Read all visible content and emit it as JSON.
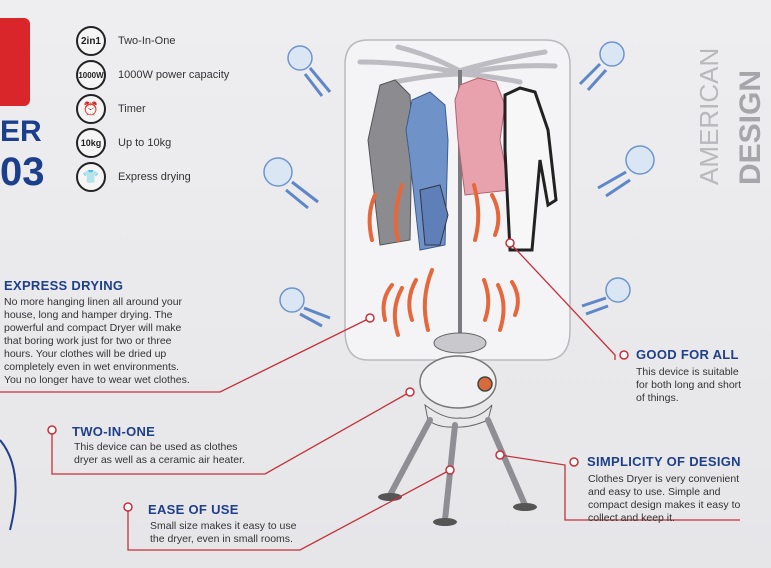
{
  "brand": {
    "letters_top": "ER",
    "letters_bottom": "03"
  },
  "features": [
    {
      "icon_text": "2in1",
      "icon": "two-in-one-icon",
      "label": "Two-In-One"
    },
    {
      "icon_text": "1000W",
      "icon": "power-icon",
      "label": "1000W power capacity"
    },
    {
      "icon_text": "⏰",
      "icon": "timer-icon",
      "label": "Timer"
    },
    {
      "icon_text": "10kg",
      "icon": "weight-icon",
      "label": "Up to 10kg"
    },
    {
      "icon_text": "👕",
      "icon": "shirt-icon",
      "label": "Express drying"
    }
  ],
  "side_text": {
    "line1": "AMERICAN",
    "line2": "DESIGN"
  },
  "sections": {
    "express": {
      "title": "EXPRESS DRYING",
      "body": [
        "No more hanging linen all around your",
        "house, long and hamper drying. The",
        "powerful and compact Dryer will make",
        "that boring work just for two or three",
        "hours. Your clothes will be dried up",
        "completely even in wet environments.",
        "You no longer have to wear wet clothes."
      ]
    },
    "twoinone": {
      "title": "TWO-IN-ONE",
      "body": [
        "This device can be used as clothes",
        "dryer as well as a ceramic air heater."
      ]
    },
    "ease": {
      "title": "EASE OF USE",
      "body": [
        "Small size makes it easy to use",
        "the dryer, even in small rooms."
      ]
    },
    "goodforall": {
      "title": "GOOD FOR ALL",
      "body": [
        "This device is suitable",
        "for both long and short",
        "of things."
      ]
    },
    "simplicity": {
      "title": "SIMPLICITY OF DESIGN",
      "body": [
        "Clothes Dryer is very convenient",
        "and easy to use. Simple and",
        "compact design makes it easy to",
        "collect and  keep it."
      ]
    }
  },
  "colors": {
    "title_blue": "#1f3f8a",
    "callout_red": "#c4313b",
    "airflow_orange": "#e5683c",
    "wind_blue": "#5d87c8"
  }
}
